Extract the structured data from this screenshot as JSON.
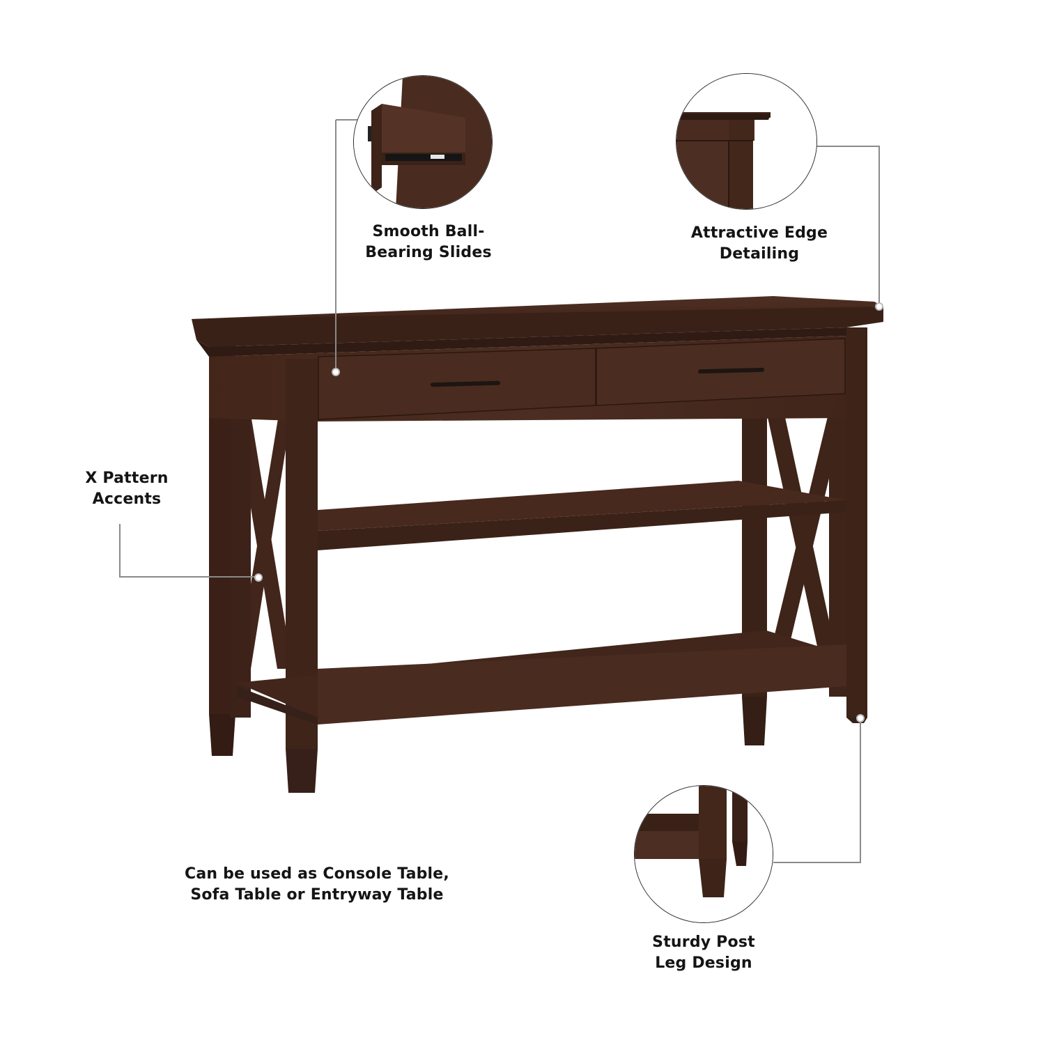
{
  "infographic": {
    "subject": "console table with two drawers and X pattern sides",
    "colors": {
      "background": "#ffffff",
      "wood_dark": "#3a2118",
      "wood_mid": "#4a2c21",
      "wood_light": "#5a3628",
      "text": "#141414",
      "leader_line": "#8a8a8a",
      "circle_border": "#2a2a2a"
    },
    "callouts": [
      {
        "id": "ball-bearing",
        "lines": [
          "Smooth Ball-",
          "Bearing Slides"
        ]
      },
      {
        "id": "edge-detailing",
        "lines": [
          "Attractive Edge",
          "Detailing"
        ]
      },
      {
        "id": "x-pattern",
        "lines": [
          "X Pattern",
          "Accents"
        ]
      },
      {
        "id": "usage",
        "lines": [
          "Can be used as Console Table,",
          "Sofa Table or Entryway Table"
        ]
      },
      {
        "id": "post-leg",
        "lines": [
          "Sturdy Post",
          "Leg Design"
        ]
      }
    ]
  }
}
